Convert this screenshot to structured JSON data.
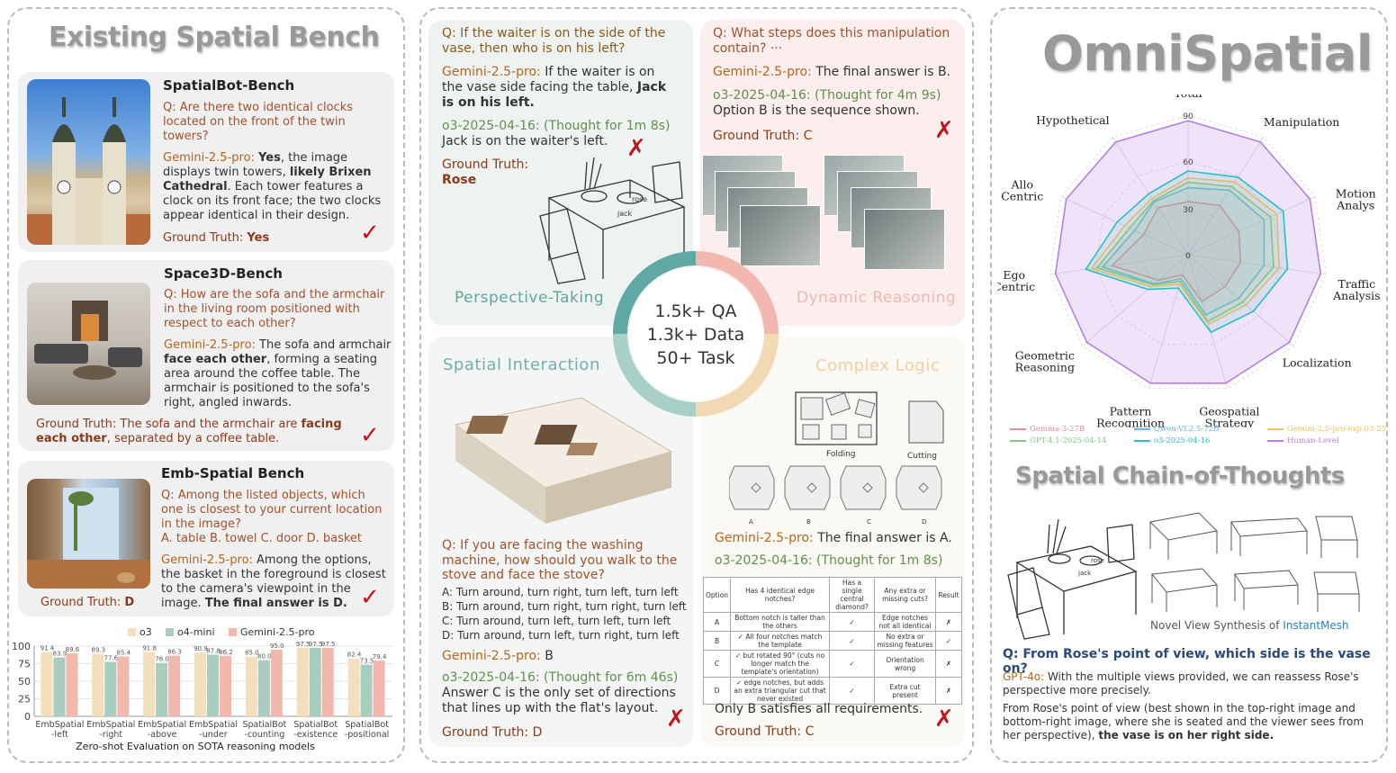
{
  "left": {
    "title": "Existing Spatial Bench",
    "cards": [
      {
        "title": "SpatialBot-Bench",
        "question": "Q: Are there two identical clocks located on the front of the twin towers?",
        "answer_model": "Gemini-2.5-pro:",
        "answer_parts": [
          " ",
          "Yes",
          ", the image displays twin towers, ",
          "likely Brixen Cathedral",
          ". Each tower features a clock on its front face; the two clocks appear identical in their design."
        ],
        "gt_label": "Ground Truth:",
        "gt_value": "Yes",
        "mark": "✓"
      },
      {
        "title": "Space3D-Bench",
        "question": "Q: How are the sofa and the armchair in the living room positioned with respect to each other?",
        "answer_model": "Gemini-2.5-pro:",
        "answer_parts": [
          " The sofa and armchair ",
          "face each other",
          ", forming a seating area around the coffee table. The armchair is positioned to the sofa's right, angled inwards."
        ],
        "gt_label": "Ground Truth:",
        "gt_value": " The sofa and the armchair are ",
        "gt_bold": "facing each other",
        "gt_tail": ", separated by a coffee table.",
        "mark": "✓"
      },
      {
        "title": "Emb-Spatial Bench",
        "question": "Q: Among the listed objects, which one is closest to your current location in the image?",
        "options": "A. table B. towel C. door D. basket",
        "answer_model": "Gemini-2.5-pro:",
        "answer_parts": [
          " Among the options, the basket in the foreground is closest to the camera's viewpoint in the image. ",
          "The final answer is D."
        ],
        "gt_label": "Ground Truth:",
        "gt_value": "D",
        "mark": "✓"
      }
    ],
    "chart_caption": "Zero-shot Evaluation on SOTA reasoning models"
  },
  "chart_data": {
    "type": "bar",
    "categories": [
      "EmbSpatial -left",
      "EmbSpatial -right",
      "EmbSpatial -above",
      "EmbSpatial -under",
      "SpatialBot -counting",
      "SpatialBot -existence",
      "SpatialBot -positional"
    ],
    "series": [
      {
        "name": "o3",
        "values": [
          91.4,
          89.3,
          91.8,
          90.9,
          85.0,
          97.5,
          82.4
        ],
        "color": "#f3dfbb"
      },
      {
        "name": "o4-mini",
        "values": [
          83.9,
          77.6,
          76.0,
          87.8,
          80.0,
          97.5,
          73.5
        ],
        "color": "#a9cdbf"
      },
      {
        "name": "Gemini-2.5-pro",
        "values": [
          89.6,
          85.4,
          86.3,
          86.2,
          95.0,
          97.5,
          79.4
        ],
        "color": "#f2b8ad"
      }
    ],
    "ylim": [
      0,
      100
    ],
    "yticks": [
      0,
      25,
      50,
      75,
      100
    ]
  },
  "middle": {
    "perspective": {
      "question": "Q: If the waiter is on the side of the vase, then who is on his left?",
      "gemini_model": "Gemini-2.5-pro:",
      "gemini_text_a": " If the waiter is on the vase side facing the table, ",
      "gemini_bold": "Jack is on his left.",
      "o3_model": "o3-2025-04-16: (Thought for 1m 8s)",
      "o3_text": "Jack is on the waiter's left.",
      "gt_label": "Ground Truth:",
      "gt_value": "Rose",
      "label": "Perspective-Taking",
      "jack": "jack",
      "rose": "rose",
      "mark": "✗"
    },
    "dynamic": {
      "question": "Q: What steps does this manipulation contain? ···",
      "gemini_model": "Gemini-2.5-pro:",
      "gemini_text": " The final answer is B.",
      "o3_model": "o3-2025-04-16: (Thought for 4m 9s)",
      "o3_text": "Option B is the sequence shown.",
      "gt": "Ground Truth: C",
      "label": "Dynamic Reasoning",
      "mark": "✗"
    },
    "center": [
      "1.5k+ QA",
      "1.3k+ Data",
      "50+ Task"
    ],
    "interaction": {
      "label": "Spatial Interaction",
      "question": "Q: If you are facing the washing machine, how should you walk to the stove and face the stove?",
      "options": [
        "A: Turn around, turn right, turn left, turn left",
        "B: Turn around, turn right, turn right, turn left",
        "C: Turn around, turn left, turn left, turn left",
        "D: Turn around, turn left, turn right, turn left"
      ],
      "gemini_model": "Gemini-2.5-pro:",
      "gemini_text": " B",
      "o3_model": "o3-2025-04-16: (Thought for 6m 46s)",
      "o3_text": "Answer C is the only set of directions that lines up with the flat's layout.",
      "gt": "Ground Truth: D",
      "mark": "✗"
    },
    "logic": {
      "label": "Complex Logic",
      "folding": "Folding",
      "cutting": "Cutting",
      "opts": [
        "A",
        "B",
        "C",
        "D"
      ],
      "gemini_model": "Gemini-2.5-pro:",
      "gemini_text": " The final answer is A.",
      "o3_model": "o3-2025-04-16: (Thought for 1m 8s)",
      "table_headers": [
        "Option",
        "Has 4 identical edge notches?",
        "Has a single central diamond?",
        "Any extra or missing cuts?",
        "Result"
      ],
      "table_rows": [
        [
          "A",
          "Bottom notch is taller than the others",
          "✓",
          "Edge notches not all identical",
          "✗"
        ],
        [
          "B",
          "✓ All four notches match the template",
          "✓",
          "No extra or missing features",
          "✓"
        ],
        [
          "C",
          "✓ but rotated 90° (cuts no longer match the template's orientation)",
          "✓",
          "Orientation wrong",
          "✗"
        ],
        [
          "D",
          "✓ edge notches, but adds an extra triangular cut that never existed",
          "✓",
          "Extra cut present",
          "✗"
        ]
      ],
      "summary": "Only B satisfies all requirements.",
      "gt": "Ground Truth: C",
      "mark": "✗"
    }
  },
  "right": {
    "title": "OmniSpatial",
    "radar_axes": [
      "Total",
      "Manipulation",
      "Motion Analys",
      "Traffic Analysis",
      "Localization",
      "Geospatial Strategy",
      "Pattern Recognition",
      "Geometric Reasoning",
      "Ego Centric",
      "Allo Centric",
      "Hypothetical"
    ],
    "radar_ticks": [
      "90",
      "60",
      "30",
      "0"
    ],
    "legend": [
      {
        "name": "Gemma-3-27B",
        "color": "#e8879a"
      },
      {
        "name": "Qwen-VL2.5-72B",
        "color": "#6bb5e0"
      },
      {
        "name": "Gemini-2.5-pro-exp-03-25",
        "color": "#f0c060"
      },
      {
        "name": "GPT-4.1-2025-04-14",
        "color": "#7dc98a"
      },
      {
        "name": "o3-2025-04-16",
        "color": "#2bbfbf"
      },
      {
        "name": "Human-Level",
        "color": "#b57ee8"
      }
    ],
    "cot_title": "Spatial Chain-of-Thoughts",
    "nvs_caption": "Novel View Synthesis of ",
    "nvs_link": "InstantMesh",
    "question": "Q: From Rose's point of view, which side is the vase on?",
    "gpt_model": "GPT-4o:",
    "gpt_text": " With the multiple views provided, we can reassess Rose's perspective more precisely.",
    "final_text": "From Rose's point of view (best shown in the top-right image and bottom-right image, where she is seated and the viewer sees from her perspective), ",
    "final_bold": "the vase is on her right side."
  }
}
